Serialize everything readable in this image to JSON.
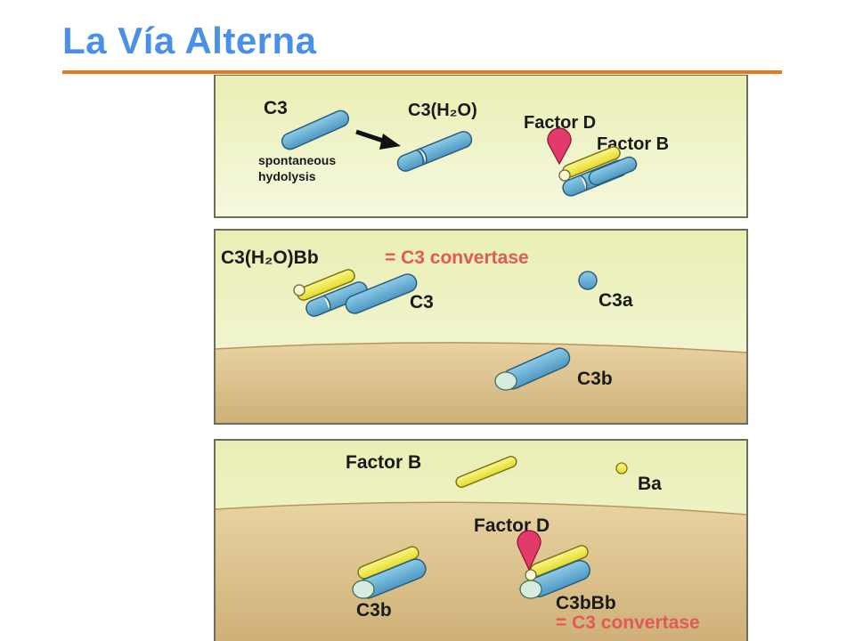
{
  "slide": {
    "title": "La Vía Alterna"
  },
  "panel1": {
    "c3": "C3",
    "c3h2o": "C3(H₂O)",
    "spontaneous_line1": "spontaneous",
    "spontaneous_line2": "hydolysis",
    "factor_d": "Factor D",
    "factor_b": "Factor B"
  },
  "panel2": {
    "complex": "C3(H₂O)Bb",
    "convertase": "= C3 convertase",
    "c3": "C3",
    "c3a": "C3a",
    "c3b": "C3b"
  },
  "panel3": {
    "factor_b": "Factor B",
    "ba": "Ba",
    "factor_d": "Factor D",
    "c3b": "C3b",
    "c3bbb": "C3bBb",
    "convertase": "= C3 convertase"
  },
  "colors": {
    "title": "#4a8fe8",
    "rule": "#e8781e",
    "fluid": "#eef3c2",
    "surface": "#d9be86",
    "c3_blue": "#6fb3d6",
    "factor_b_yellow": "#f4ef5a",
    "factor_d_pink": "#e23a6a",
    "convertase_text": "#e05a57"
  }
}
